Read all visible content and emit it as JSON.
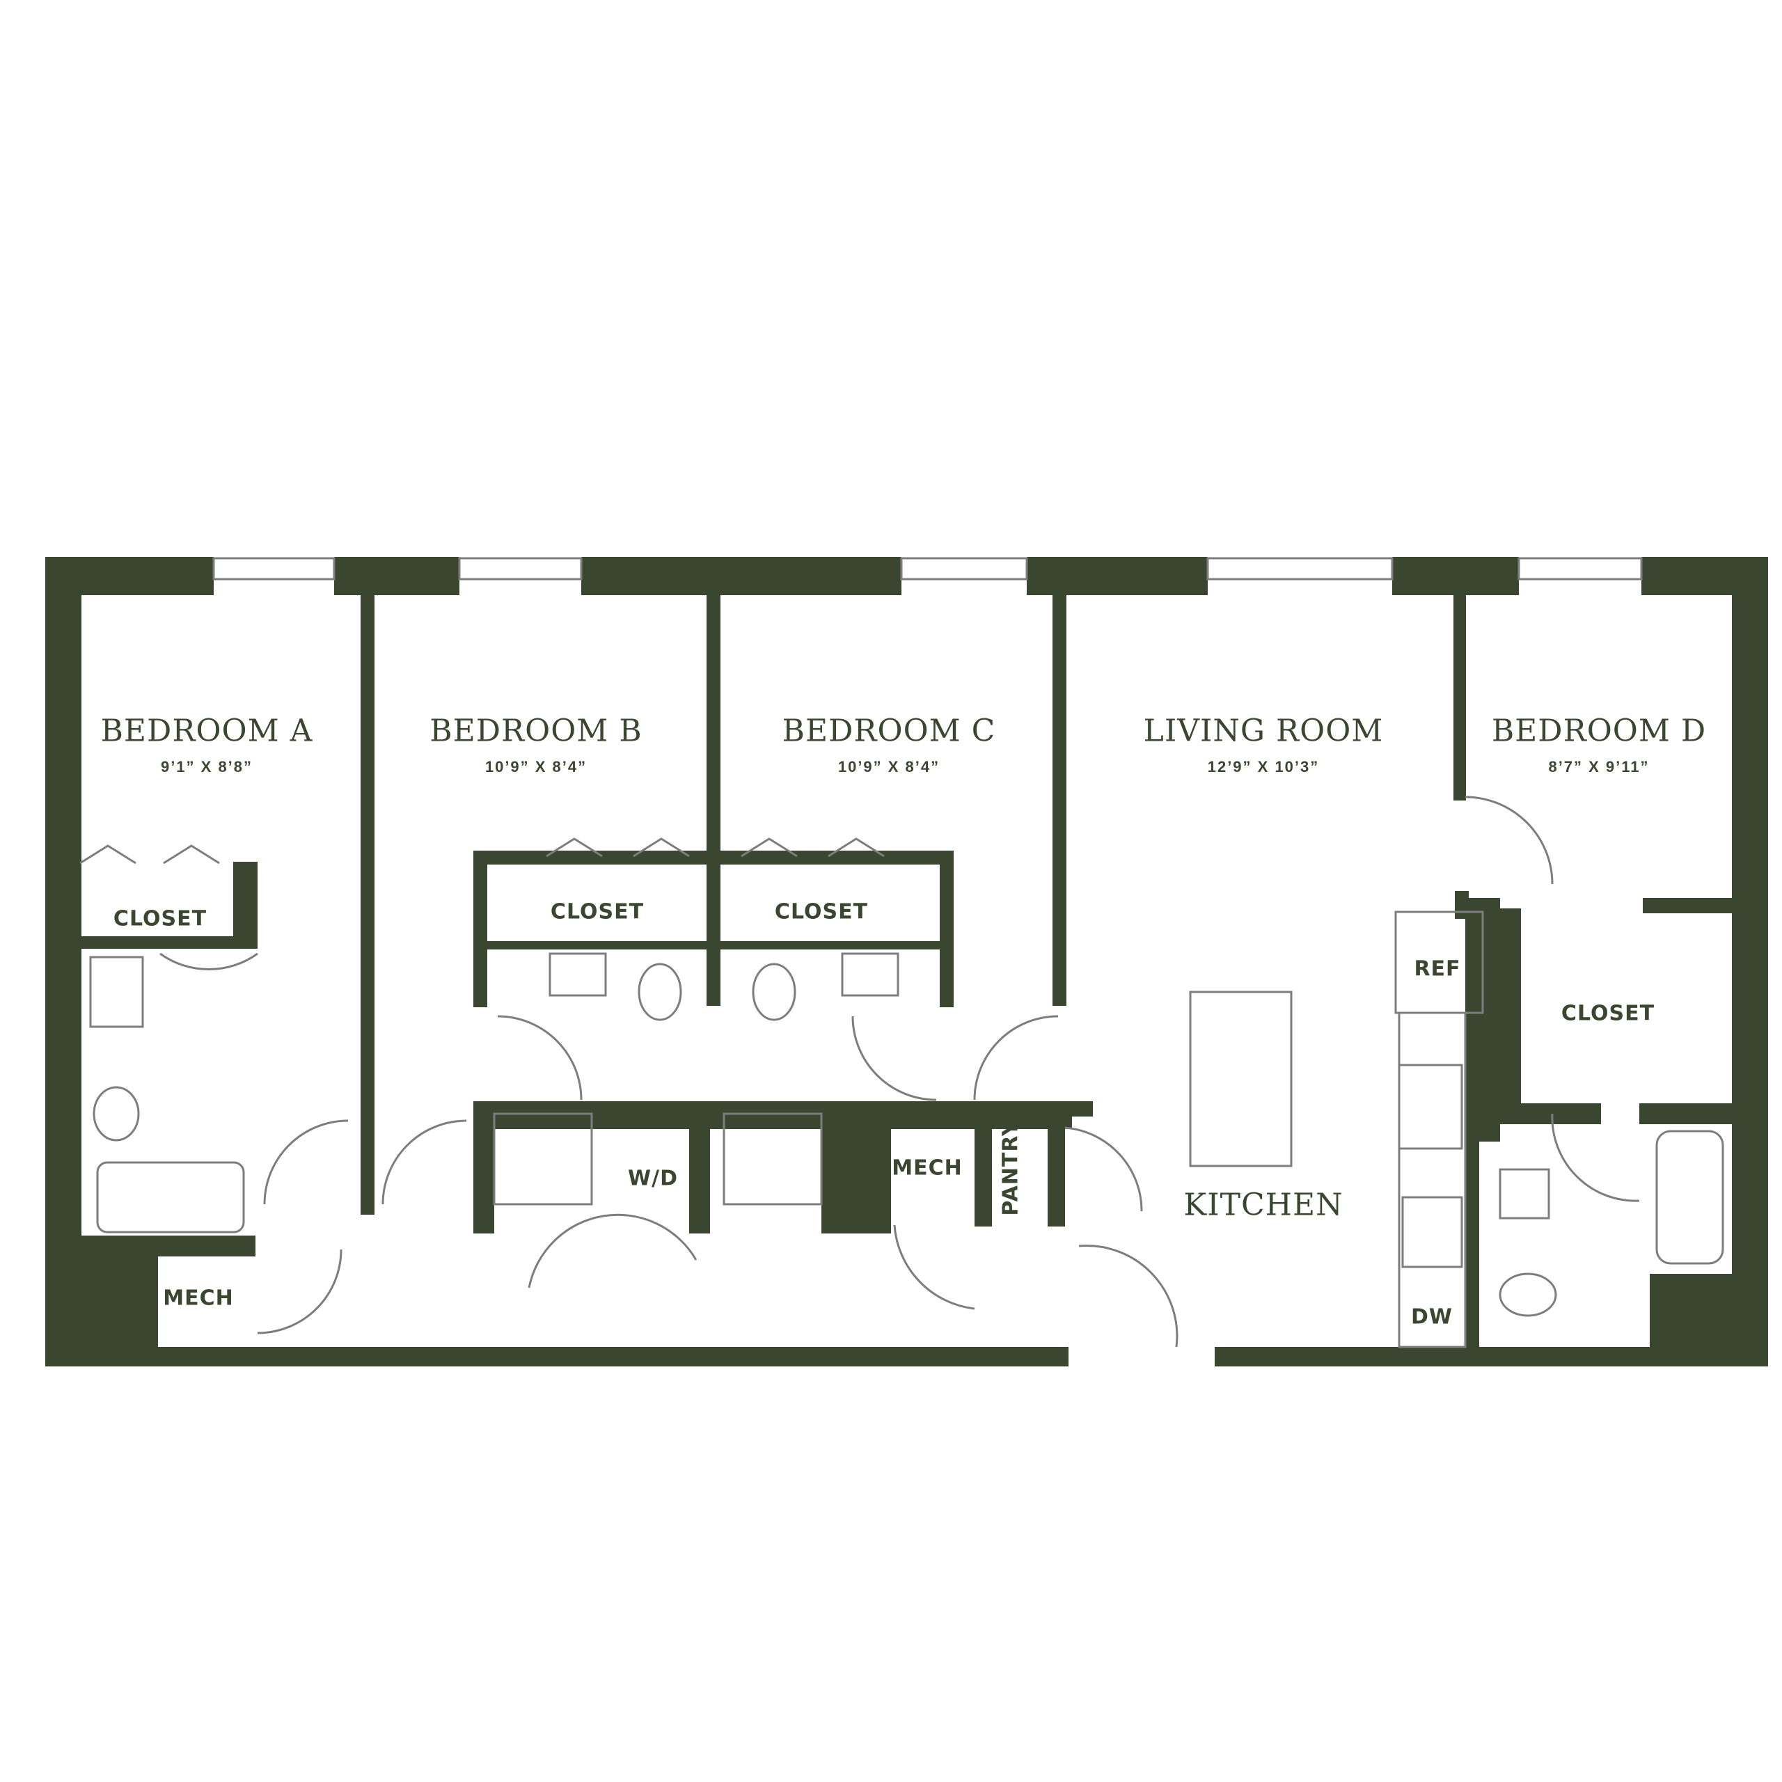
{
  "colors": {
    "wall": "#3b4631",
    "line": "#7d7d7d",
    "background": "#ffffff"
  },
  "rooms": {
    "bedroom_a": {
      "name": "BEDROOM A",
      "dims": "9’1” X 8’8”"
    },
    "bedroom_b": {
      "name": "BEDROOM B",
      "dims": "10’9” X 8’4”"
    },
    "bedroom_c": {
      "name": "BEDROOM C",
      "dims": "10’9” X 8’4”"
    },
    "living_room": {
      "name": "LIVING ROOM",
      "dims": "12’9” X 10’3”"
    },
    "bedroom_d": {
      "name": "BEDROOM D",
      "dims": "8’7” X 9’11”"
    },
    "kitchen": {
      "name": "KITCHEN"
    }
  },
  "fixtures": {
    "closet_a": "CLOSET",
    "closet_b": "CLOSET",
    "closet_c": "CLOSET",
    "closet_d": "CLOSET",
    "mech_a": "MECH",
    "mech_center": "MECH",
    "washer_dryer": "W/D",
    "pantry": "PANTRY",
    "refrigerator": "REF",
    "dishwasher": "DW"
  }
}
